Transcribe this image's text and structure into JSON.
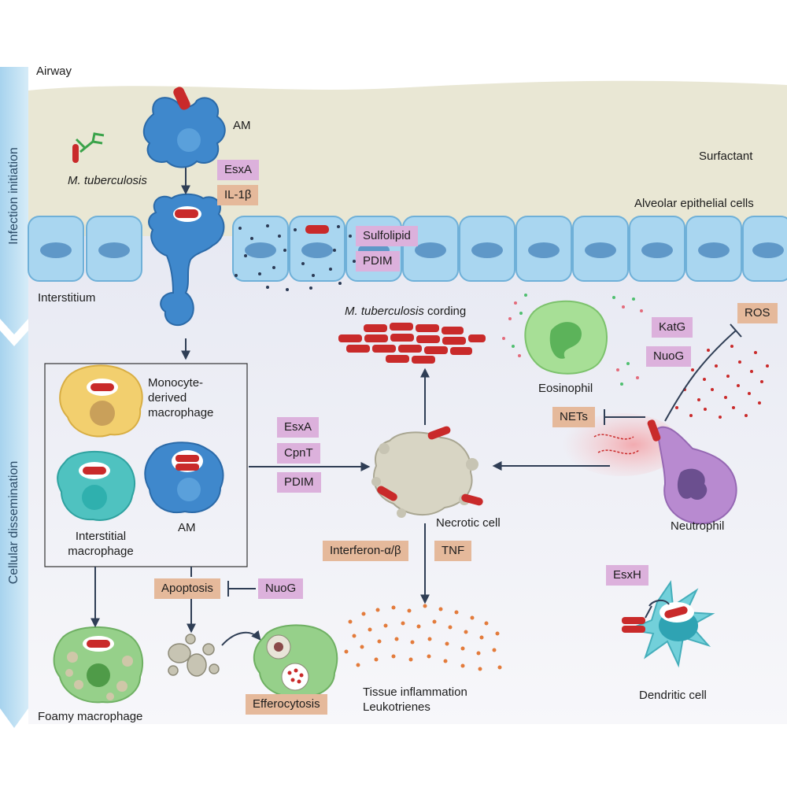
{
  "sections": {
    "infection_initiation": "Infection initiation",
    "cellular_dissemination": "Cellular dissemination"
  },
  "labels": {
    "airway": "Airway",
    "surfactant": "Surfactant",
    "alveolar_epithelial_cells": "Alveolar epithelial cells",
    "interstitium": "Interstitium",
    "am_top": "AM",
    "mtb_species": "M. tuberculosis",
    "cording_species": "M. tuberculosis",
    "cording_suffix": "cording",
    "monocyte_derived_macrophage": [
      "Monocyte-",
      "derived",
      "macrophage"
    ],
    "interstitial_macrophage": [
      "Interstitial",
      "macrophage"
    ],
    "am_box": "AM",
    "foamy_macrophage": "Foamy macrophage",
    "necrotic_cell": "Necrotic cell",
    "eosinophil": "Eosinophil",
    "neutrophil": "Neutrophil",
    "dendritic_cell": "Dendritic cell",
    "tissue_inflammation": "Tissue inflammation",
    "leukotrienes": "Leukotrienes"
  },
  "factors": {
    "esxa_top": "EsxA",
    "il1b": "IL-1β",
    "sulfolipid": "Sulfolipid",
    "pdim_top": "PDIM",
    "katg": "KatG",
    "ros": "ROS",
    "nuog_neutrophil": "NuoG",
    "nets": "NETs",
    "esxa_mid": "EsxA",
    "cpnt": "CpnT",
    "pdim_mid": "PDIM",
    "interferon": "Interferon-α/β",
    "tnf": "TNF",
    "apoptosis": "Apoptosis",
    "nuog_apoptosis": "NuoG",
    "efferocytosis": "Efferocytosis",
    "esxh": "EsxH"
  },
  "colors": {
    "surfactant": "#e9e7d4",
    "interstitium": "#e9ebf3",
    "alveolar_macrophage": "#3f88cc",
    "epithelial_cell": "#a9d6f0",
    "mycobacterium": "#c92a2a",
    "bacterial_factor_tag": "#dcb1dc",
    "host_factor_tag": "#e5b99b",
    "arrow": "#2f3e55"
  },
  "icons": [
    "antibody-icon",
    "mycobacterium-icon",
    "activation-arrow",
    "inhibition-bar"
  ]
}
